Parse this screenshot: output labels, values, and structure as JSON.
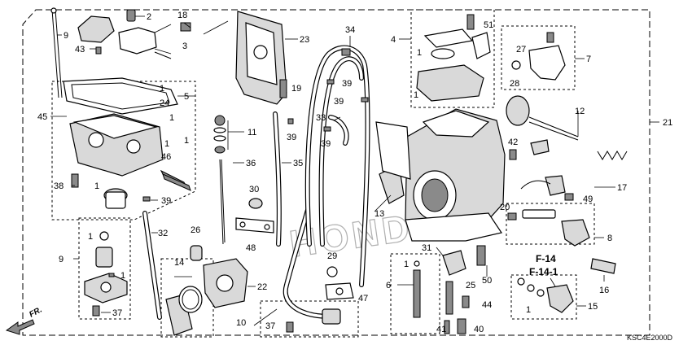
{
  "diagram": {
    "code": "KSC4E2000D",
    "front_label": "FR.",
    "watermark": "HONDA",
    "references": [
      "F-14",
      "F-14-1"
    ],
    "callouts": {
      "c1a": "1",
      "c1b": "1",
      "c1c": "1",
      "c1d": "1",
      "c1e": "1",
      "c1f": "1",
      "c1g": "1",
      "c1h": "1",
      "c1i": "1",
      "c1j": "1",
      "c1k": "1",
      "c2": "2",
      "c3": "3",
      "c4": "4",
      "c5": "5",
      "c6": "6",
      "c7": "7",
      "c8": "8",
      "c9a": "9",
      "c9b": "9",
      "c10": "10",
      "c11": "11",
      "c12": "12",
      "c13": "13",
      "c14": "14",
      "c15": "15",
      "c16": "16",
      "c17": "17",
      "c18": "18",
      "c19": "19",
      "c20": "20",
      "c21": "21",
      "c22": "22",
      "c23": "23",
      "c24": "24",
      "c25": "25",
      "c26": "26",
      "c27": "27",
      "c28": "28",
      "c29": "29",
      "c30": "30",
      "c31": "31",
      "c32": "32",
      "c33": "33",
      "c34": "34",
      "c35": "35",
      "c36": "36",
      "c37a": "37",
      "c37b": "37",
      "c38": "38",
      "c39a": "39",
      "c39b": "39",
      "c39c": "39",
      "c39d": "39",
      "c39e": "39",
      "c40": "40",
      "c41": "41",
      "c42": "42",
      "c43": "43",
      "c44": "44",
      "c45": "45",
      "c46": "46",
      "c47": "47",
      "c48": "48",
      "c49": "49",
      "c50": "50",
      "c51": "51"
    }
  }
}
